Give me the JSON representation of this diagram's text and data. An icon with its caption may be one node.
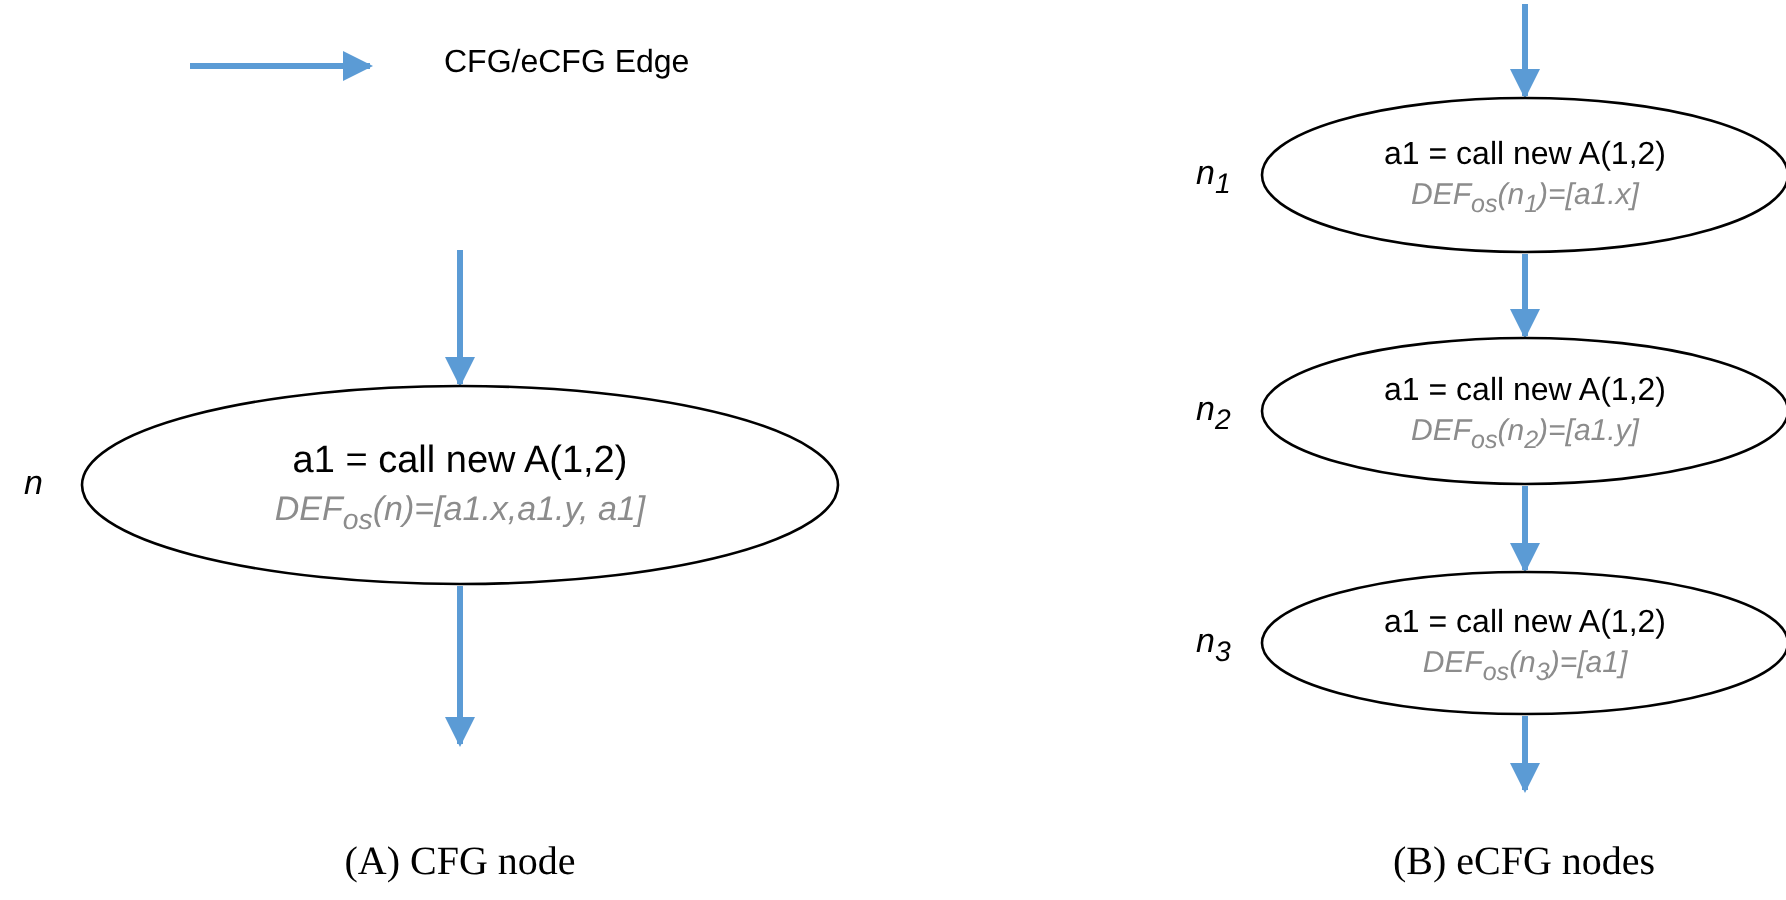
{
  "diagram": {
    "nodes": [
      {
        "text": [
          "a1 = call new A(1,2)",
          "DEF$_{os}$(n)=[a1.x,a1.y, a1]"
        ],
        "beside": [
          "n"
        ]
      },
      {
        "text": [
          "a1 = call new A(1,2)",
          "DEF$_{os}$(n$_{1}$)=[a1.x]"
        ],
        "beside": [
          "n$_{1}$"
        ]
      },
      {
        "text": [
          "a1 = call new A(1,2)",
          "DEF$_{os}$(n$_{2}$)=[a1.y]"
        ],
        "beside": [
          "n$_{2}$"
        ]
      },
      {
        "text": [
          "a1 = call new A(1,2)",
          "DEF$_{os}$(n$_{3}$)=[a1]"
        ],
        "beside": [
          "n$_{3}$"
        ]
      }
    ],
    "edges": [
      {
        "from": null,
        "to": 0,
        "arrow": "to"
      },
      {
        "from": 0,
        "to": null,
        "arrow": "to"
      },
      {
        "from": null,
        "to": 1,
        "arrow": "to"
      },
      {
        "from": 1,
        "to": 2,
        "arrow": "to"
      },
      {
        "from": 2,
        "to": 3,
        "arrow": "to"
      },
      {
        "from": 3,
        "to": null,
        "arrow": "to"
      }
    ],
    "labels": [
      "(A) CFG node",
      "(B) eCFG nodes"
    ],
    "legend": [
      {
        "text": "CFG/eCFG Edge"
      }
    ]
  }
}
